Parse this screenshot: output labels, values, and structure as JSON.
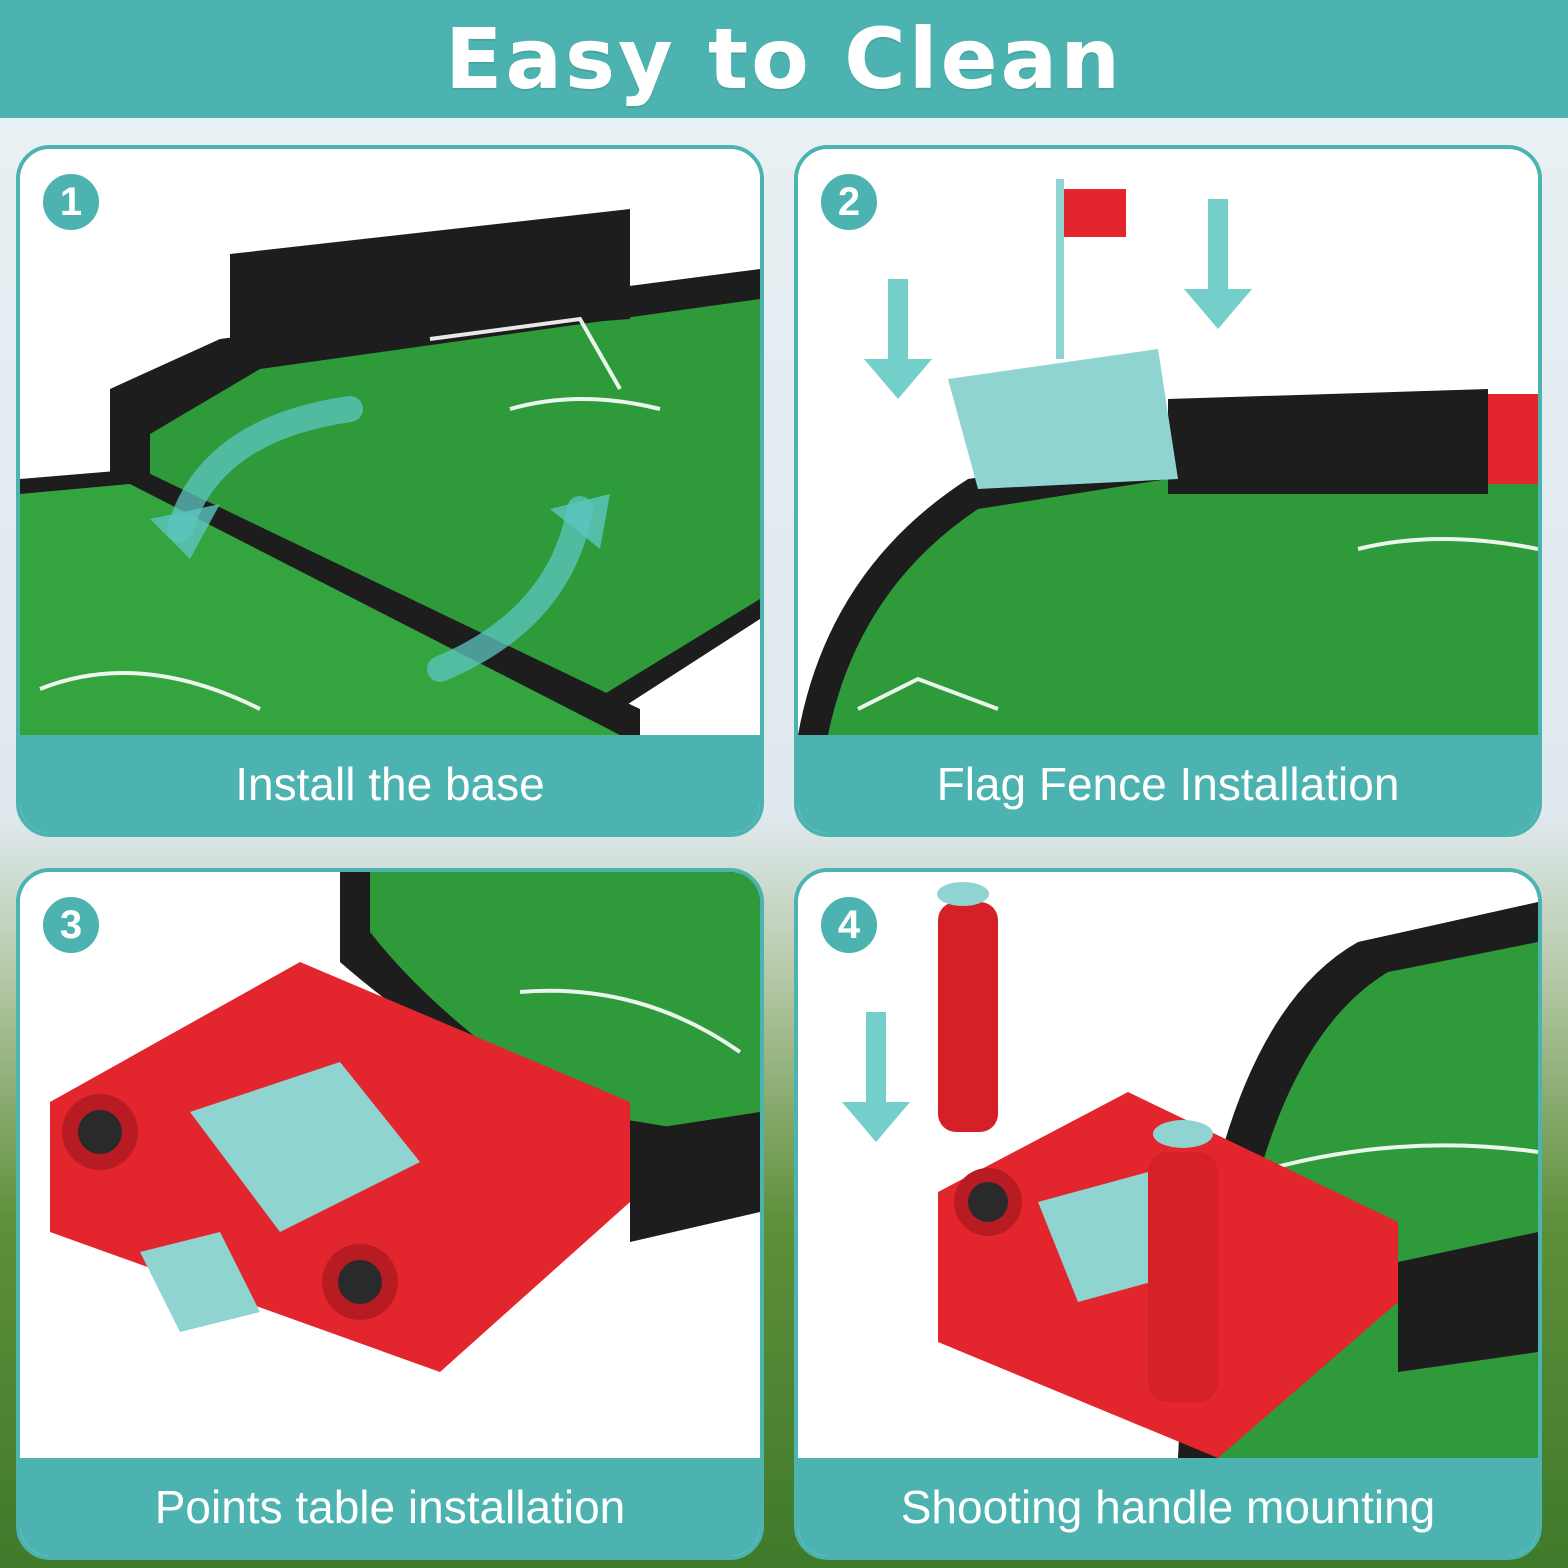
{
  "banner": {
    "title": "Easy to Clean"
  },
  "steps": [
    {
      "number": "1",
      "caption": "Install the base"
    },
    {
      "number": "2",
      "caption": "Flag Fence Installation"
    },
    {
      "number": "3",
      "caption": "Points table installation"
    },
    {
      "number": "4",
      "caption": "Shooting handle mounting"
    }
  ],
  "colors": {
    "accent": "#4db3b0",
    "field_green": "#2e9a3a",
    "fence_black": "#1d1d1d",
    "goal_red": "#e3262d",
    "net_mint": "#8fd4d0"
  }
}
